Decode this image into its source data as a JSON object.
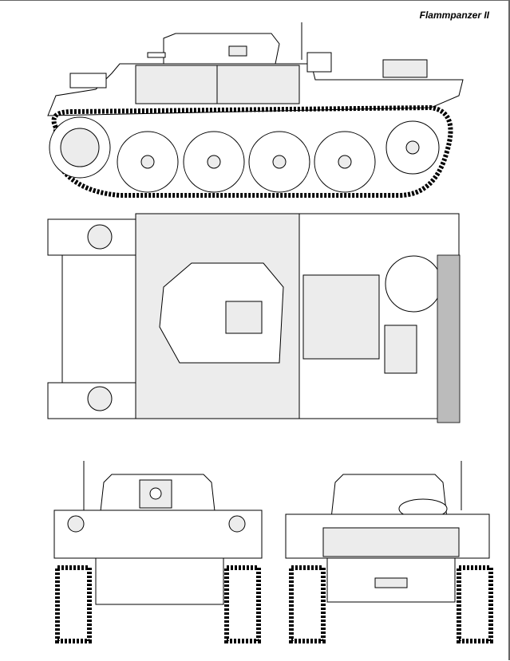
{
  "title": "Flammpanzer II",
  "views": [
    "side",
    "top",
    "front",
    "rear"
  ]
}
